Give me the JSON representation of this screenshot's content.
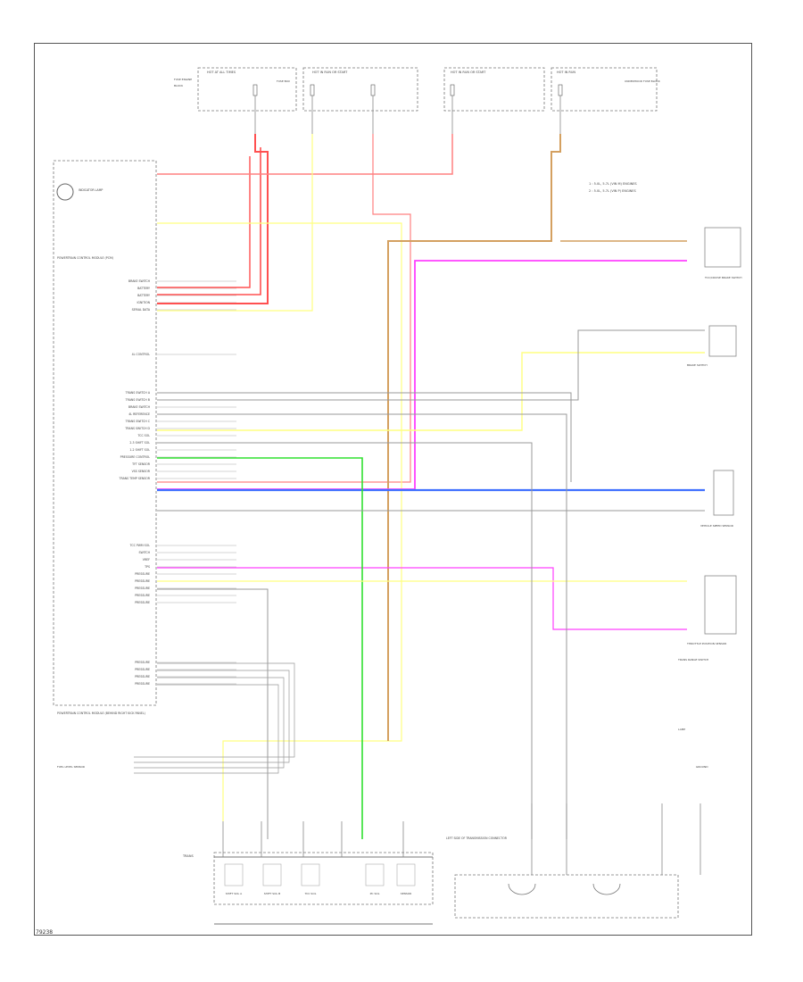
{
  "image_code": "79238",
  "fuse_blocks": {
    "hot_at_all_times": "HOT AT ALL TIMES",
    "hot_in_run_start": "HOT IN RUN OR START",
    "hot_in_run": "HOT IN RUN",
    "fuse_engine": "FUSE ENGINE",
    "block_label": "BLOCK",
    "fuse_box": "FUSE BOX",
    "underhood_label": "UNDERHOOD FUSE BLOCK"
  },
  "legend": {
    "note1": "1 : 5.0L, 5.7L (VIN M) ENGINES",
    "note2": "2 : 5.0L, 5.7L (VIN P) ENGINES"
  },
  "left_components": {
    "indicator_lamp": "INDICATOR LAMP",
    "ecm": "POWERTRAIN CONTROL MODULE (PCM)",
    "pcm_bottom": "POWERTRAIN CONTROL MODULE (BEHIND RIGHT KICK PANEL)",
    "fuel_tank": "FUEL LEVEL SENSOR"
  },
  "pin_labels": [
    "BRAKE SWITCH",
    "BATTERY",
    "BATTERY",
    "IGNITION",
    "SERIAL DATA",
    "4L CONTROL",
    "TRANS SWITCH A",
    "TRANS SWITCH B",
    "BRAKE SWITCH",
    "4L REFERENCE",
    "TRANS SWITCH C",
    "TRANS SWITCH D",
    "TCC SOL",
    "2-3 SHIFT SOL",
    "1-2 SHIFT SOL",
    "PRESSURE CONTROL",
    "TFT SENSOR",
    "VSS SENSOR",
    "TRANS TEMP SENSOR",
    "TCC PWM SOL",
    "SWITCH",
    "VREF",
    "TPS",
    "PRESSURE",
    "PRESSURE",
    "PRESSURE",
    "PRESSURE",
    "PRESSURE",
    "PRESSURE",
    "PRESSURE",
    "PRESSURE",
    "PRESSURE"
  ],
  "right_components": {
    "tcc_switch": "TCC/CRUISE BRAKE SWITCH",
    "brake_sw": "BRAKE SWITCH",
    "sensor_name": "VEHICLE SPEED SENSOR",
    "tps": "THROTTLE POSITION SENSOR",
    "trans_range": "TRANS RANGE SWITCH",
    "lamp": "LAMP"
  },
  "bottom_components": {
    "trans_label": "TRANS",
    "shift_a": "SHIFT SOL A",
    "shift_b": "SHIFT SOL B",
    "tcc": "TCC SOL",
    "pc_sol": "PC SOL",
    "sensor": "SENSOR",
    "connector": "LEFT SIDE OF TRANSMISSION CONNECTOR",
    "ground": "GROUND"
  },
  "colors": {
    "pink": "#ff8080",
    "red": "#ff5050",
    "orange": "#d4a060",
    "yellow": "#ffff80",
    "magenta": "#ff40ff",
    "blue": "#4070ff",
    "green": "#30e030",
    "gray": "#999999",
    "black": "#666666"
  }
}
